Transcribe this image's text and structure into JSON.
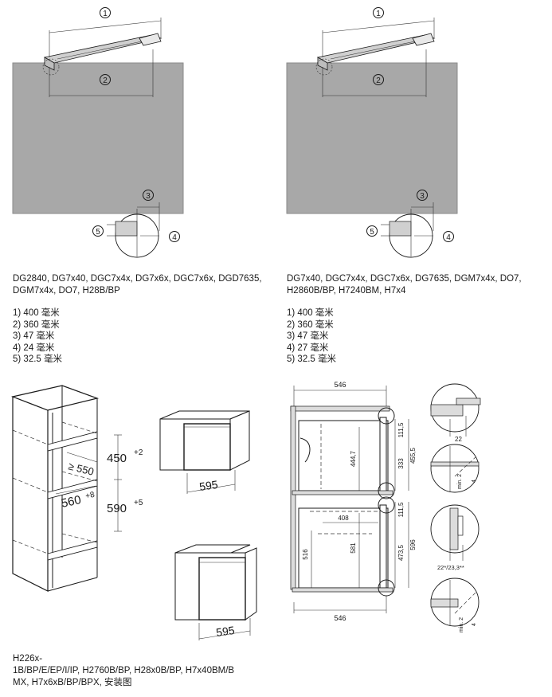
{
  "top_left": {
    "callouts": [
      "1",
      "2",
      "3",
      "4",
      "5"
    ],
    "models": "DG2840, DG7x40, DGC7x4x, DG7x6x, DGC7x6x, DGD7635, DGM7x4x, DO7, H28B/BP",
    "dims": [
      "1) 400 毫米",
      "2) 360 毫米",
      "3) 47 毫米",
      "4) 24 毫米",
      "5) 32.5 毫米"
    ]
  },
  "top_right": {
    "callouts": [
      "1",
      "2",
      "3",
      "4",
      "5"
    ],
    "models": "DG7x40, DGC7x4x, DGC7x6x, DG7635, DGM7x4x, DO7, H2860B/BP, H7240BM, H7x4",
    "dims": [
      "1) 400 毫米",
      "2) 360 毫米",
      "3) 47 毫米",
      "4) 27 毫米",
      "5) 32.5 毫米"
    ]
  },
  "cabinet": {
    "labels": [
      "≥ 550",
      "450",
      "+2",
      "560",
      "+8",
      "590",
      "+5"
    ]
  },
  "appliances": {
    "width_top": "595",
    "width_bottom": "595"
  },
  "section": {
    "width_top": "546",
    "width_bottom": "546",
    "dims": [
      "111,5",
      "455,5",
      "333",
      "444,7",
      "111,5",
      "596",
      "473,5",
      "408",
      "581",
      "516"
    ]
  },
  "details": {
    "labels": [
      "22",
      "min. 2",
      "4",
      "22*/23,3**",
      "min. 2",
      "4"
    ]
  },
  "footer": {
    "line1": "H226x-",
    "line2": "1B/BP/E/EP/I/IP, H2760B/BP, H28x0B/BP, H7x40BM/B",
    "line3": "MX, H7x6xB/BP/BPX, 安装图"
  }
}
